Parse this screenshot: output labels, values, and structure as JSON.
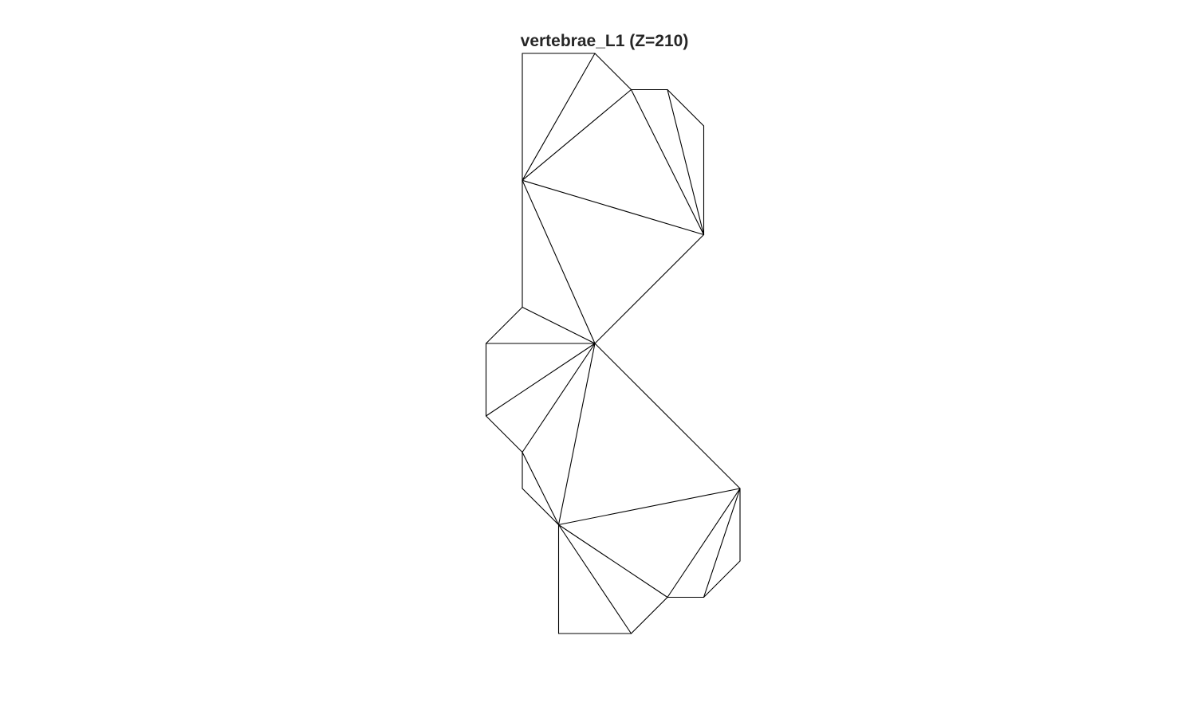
{
  "title": "vertebrae_L1 (Z=210)",
  "colors": {
    "background": "#ffffff",
    "edge": "#000000",
    "title": "#262626"
  },
  "mesh": {
    "vertices": [
      [
        0,
        0
      ],
      [
        2,
        0
      ],
      [
        3,
        -1
      ],
      [
        4,
        -1
      ],
      [
        5,
        -2
      ],
      [
        5,
        -5
      ],
      [
        0,
        -3.5
      ],
      [
        0,
        -7
      ],
      [
        2,
        -8
      ],
      [
        -1,
        -8
      ],
      [
        -1,
        -10
      ],
      [
        0,
        -11
      ],
      [
        0,
        -12
      ],
      [
        1,
        -13
      ],
      [
        6,
        -12
      ],
      [
        6,
        -14
      ],
      [
        5,
        -15
      ],
      [
        4,
        -15
      ],
      [
        3,
        -16
      ],
      [
        1,
        -16
      ]
    ],
    "triangles": [
      [
        0,
        1,
        6
      ],
      [
        1,
        2,
        6
      ],
      [
        2,
        3,
        5
      ],
      [
        2,
        5,
        6
      ],
      [
        3,
        4,
        5
      ],
      [
        5,
        8,
        6
      ],
      [
        6,
        8,
        7
      ],
      [
        7,
        8,
        9
      ],
      [
        9,
        8,
        10
      ],
      [
        10,
        8,
        11
      ],
      [
        11,
        8,
        13
      ],
      [
        12,
        11,
        13
      ],
      [
        13,
        8,
        14
      ],
      [
        14,
        15,
        16
      ],
      [
        14,
        16,
        17
      ],
      [
        14,
        17,
        13
      ],
      [
        17,
        18,
        13
      ],
      [
        18,
        19,
        13
      ]
    ]
  }
}
